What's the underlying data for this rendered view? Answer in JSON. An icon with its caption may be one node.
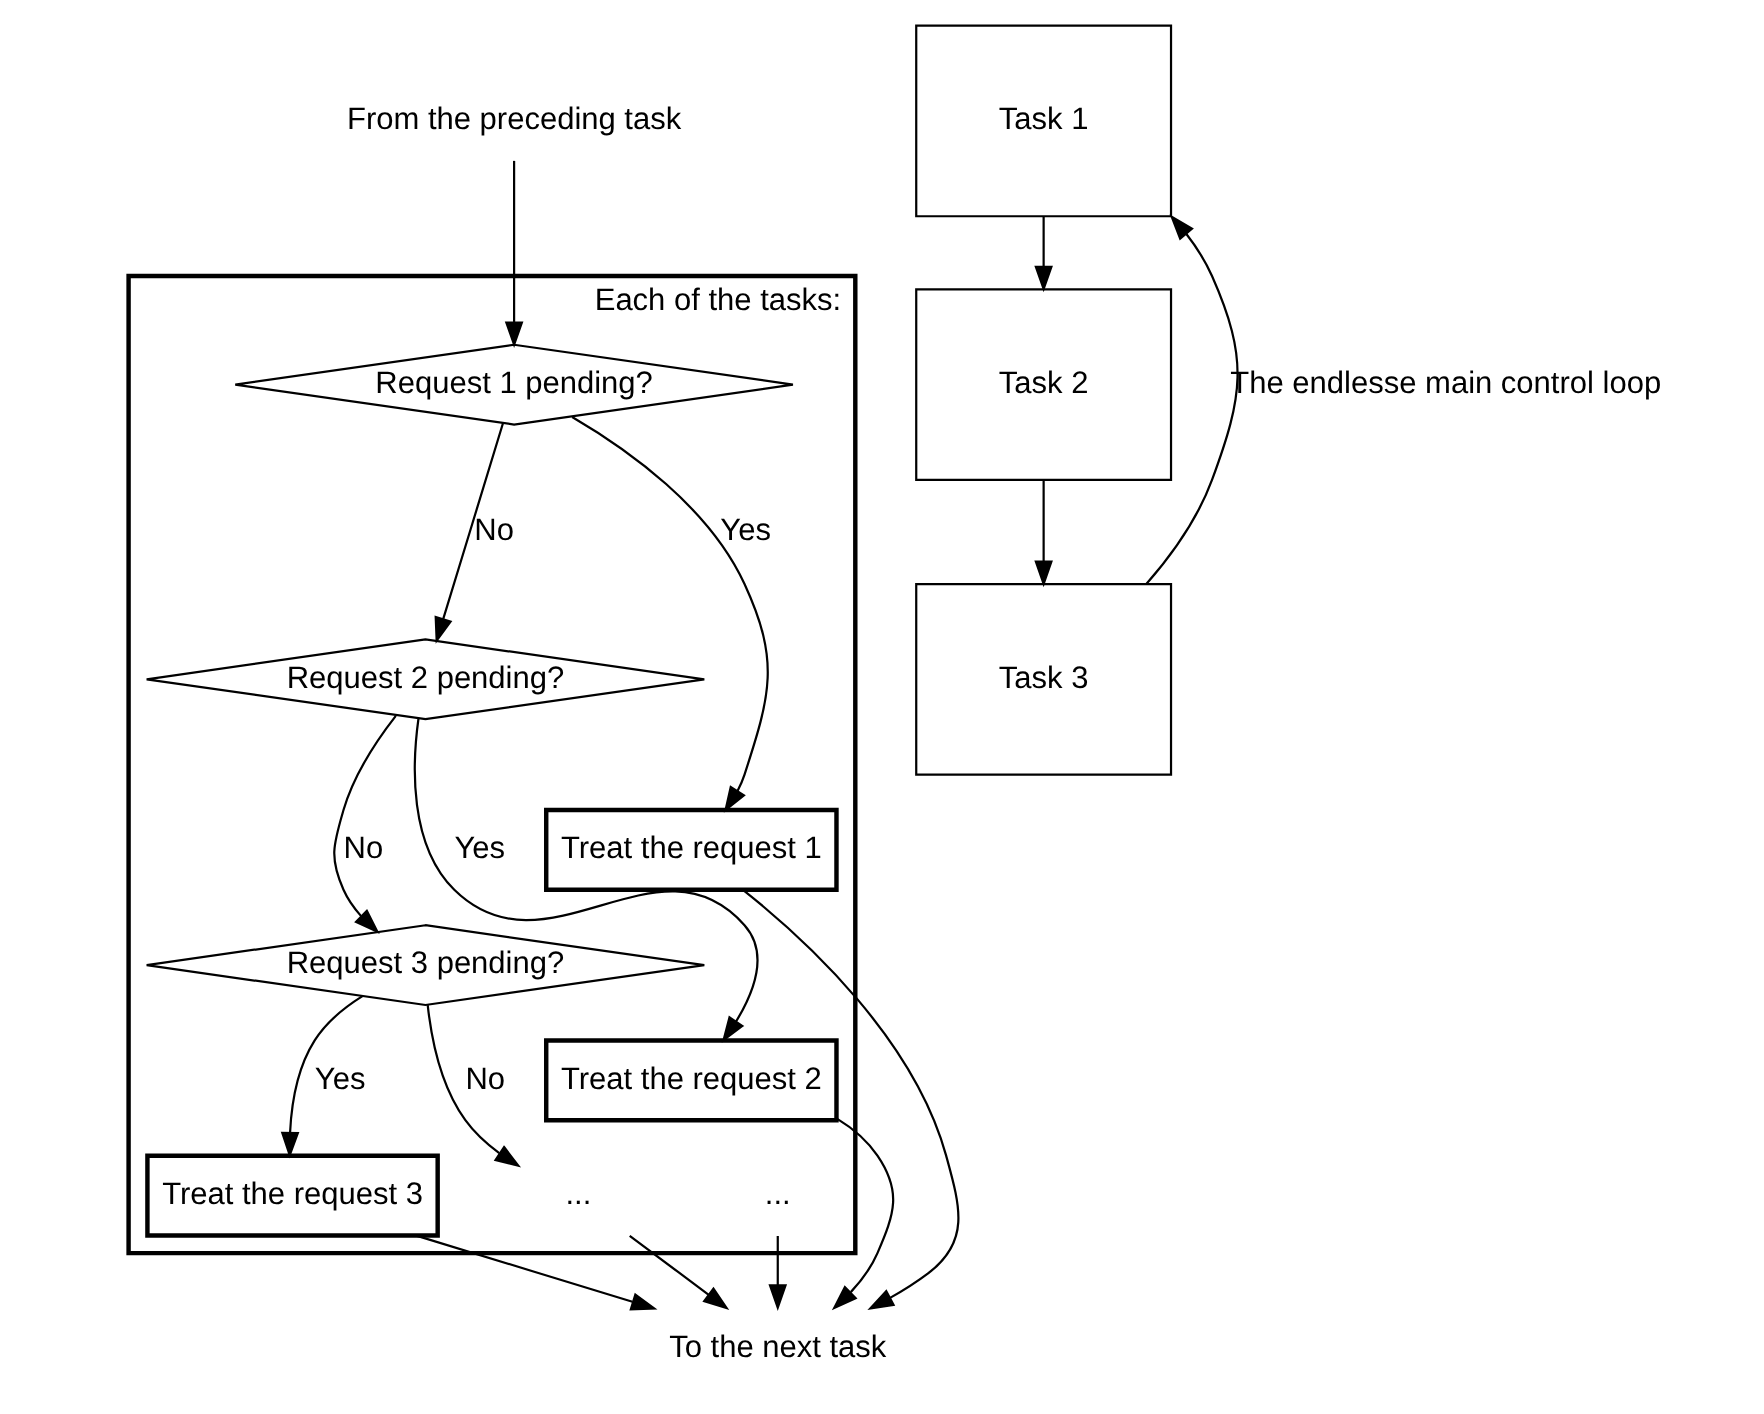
{
  "diagram": {
    "nodes": [
      {
        "text": [
          "From the preceding task"
        ]
      },
      {
        "text": [
          "Task 1"
        ]
      },
      {
        "text": [
          "Task 2"
        ]
      },
      {
        "text": [
          "Task 3"
        ]
      },
      {
        "text": [
          "Each of the tasks:"
        ]
      },
      {
        "text": [
          "Request 1 pending?"
        ],
        "in": 4
      },
      {
        "text": [
          "Treat the request 1"
        ],
        "in": 4
      },
      {
        "text": [
          "Request 2 pending?"
        ],
        "in": 4
      },
      {
        "text": [
          "Treat the request 2"
        ],
        "in": 4
      },
      {
        "text": [
          "Request 3 pending?"
        ],
        "in": 4
      },
      {
        "text": [
          "Treat the request 3"
        ],
        "in": 4
      },
      {
        "text": [
          "..."
        ],
        "in": 4
      },
      {
        "text": [
          "..."
        ],
        "in": 4
      },
      {
        "text": [
          "To the next task"
        ]
      }
    ],
    "edges": [
      {
        "from": 1,
        "to": 2,
        "arrow": "to"
      },
      {
        "from": 2,
        "to": 3,
        "arrow": "to"
      },
      {
        "from": 3,
        "to": 1,
        "arrow": "to",
        "label": "The endlesse main control loop"
      },
      {
        "from": 0,
        "to": 5,
        "arrow": "to"
      },
      {
        "from": 5,
        "to": 6,
        "arrow": "to",
        "label": "Yes"
      },
      {
        "from": 5,
        "to": 7,
        "arrow": "to",
        "label": "No"
      },
      {
        "from": 7,
        "to": 8,
        "arrow": "to",
        "label": "Yes"
      },
      {
        "from": 7,
        "to": 9,
        "arrow": "to",
        "label": "No"
      },
      {
        "from": 9,
        "to": 10,
        "arrow": "to",
        "label": "Yes"
      },
      {
        "from": 9,
        "to": 11,
        "arrow": "to",
        "label": "No"
      },
      {
        "from": 11,
        "to": 13,
        "arrow": "to"
      },
      {
        "from": 6,
        "to": 13,
        "arrow": "to"
      },
      {
        "from": 8,
        "to": 13,
        "arrow": "to"
      },
      {
        "from": 10,
        "to": 13,
        "arrow": "to"
      },
      {
        "from": 12,
        "to": 13,
        "arrow": "to"
      }
    ]
  }
}
